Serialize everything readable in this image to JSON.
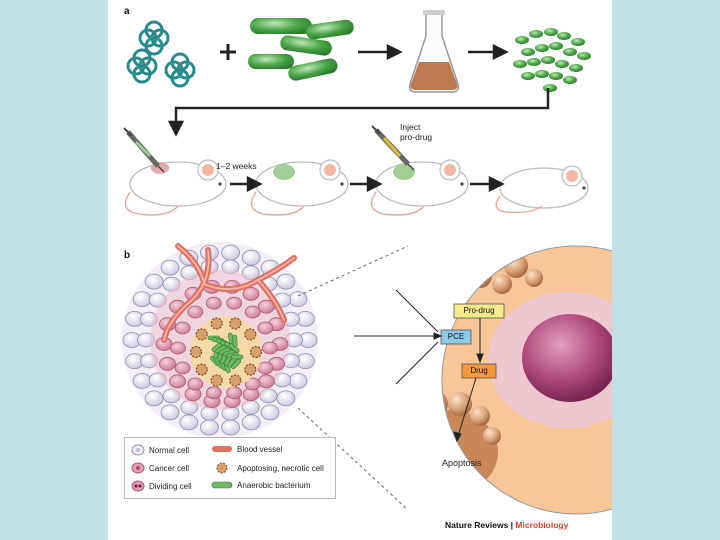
{
  "panels": {
    "a": "a",
    "b": "b"
  },
  "panel_a": {
    "operator": "+",
    "interval_label": "1–2 weeks",
    "inject_label_line1": "Inject",
    "inject_label_line2": "pro-drug"
  },
  "panel_b": {
    "boxes": {
      "prodrug": "Pro-drug",
      "pce": "PCE",
      "drug": "Drug"
    },
    "apoptosis_label": "Apoptosis"
  },
  "legend": {
    "normal_cell": "Normal cell",
    "cancer_cell": "Cancer cell",
    "dividing_cell": "Dividing cell",
    "blood_vessel": "Blood vessel",
    "apoptosing_cell": "Apoptosing, necrotic cell",
    "anaerobic_bacterium": "Anaerobic bacterium"
  },
  "footer": {
    "journal": "Nature Reviews",
    "separator": " | ",
    "section": "Microbiology"
  },
  "colors": {
    "bacteria_green": "#3f9a3f",
    "broth": "#b97a52",
    "cancer_pink": "#d88aa0",
    "vessel_red": "#e07060",
    "apoptotic_tan": "#c89060",
    "zoom_bg": "#f7c79a",
    "prodrug_box": "#f5e98a",
    "pce_box": "#8ec9e8",
    "drug_box": "#f29a3a"
  }
}
